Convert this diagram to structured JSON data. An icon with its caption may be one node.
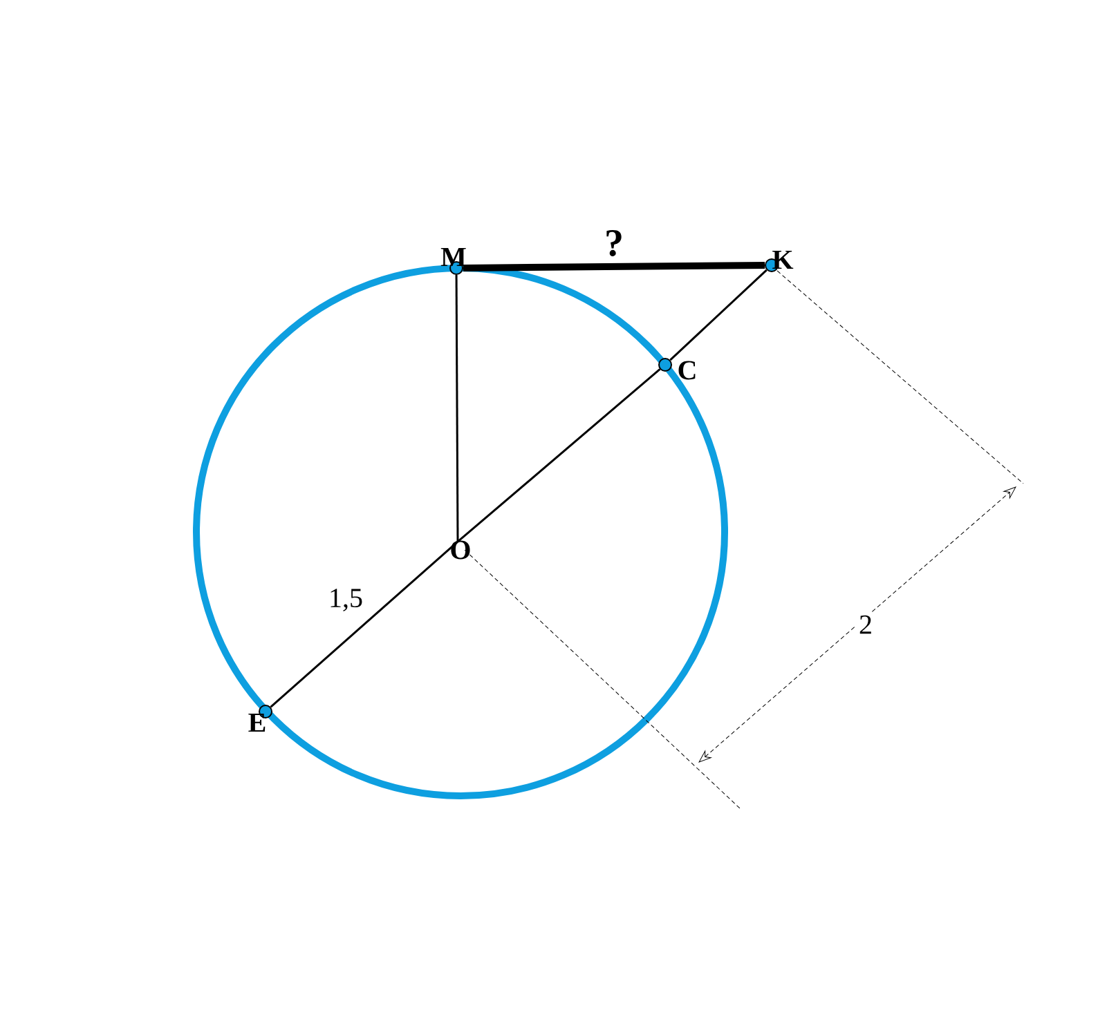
{
  "diagram": {
    "nodes": [
      {
        "text": [
          "M"
        ]
      },
      {
        "text": [
          "K"
        ]
      },
      {
        "text": [
          "C"
        ]
      },
      {
        "text": [
          "O"
        ]
      },
      {
        "text": [
          "E"
        ]
      }
    ],
    "edges": [
      {
        "from": 0,
        "to": 1,
        "arrow": "none",
        "label": "?",
        "style": "thick"
      },
      {
        "from": 0,
        "to": 3,
        "arrow": "none"
      },
      {
        "from": 1,
        "to": 2,
        "arrow": "none"
      },
      {
        "from": 2,
        "to": 3,
        "arrow": "none"
      },
      {
        "from": 3,
        "to": 4,
        "arrow": "none",
        "label": "1,5"
      }
    ],
    "labels": [
      "2"
    ]
  }
}
